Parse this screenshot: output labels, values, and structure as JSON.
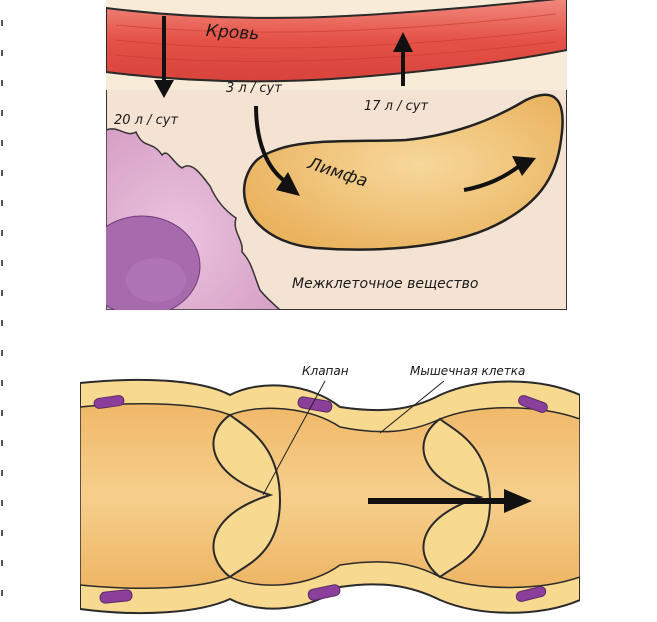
{
  "top_diagram": {
    "labels": {
      "blood": "Кровь",
      "filtration": "20 л / сут",
      "to_lymph": "3 л / сут",
      "reabsorption": "17 л / сут",
      "lymph": "Лимфа",
      "interstitial": "Межклеточное вещество"
    }
  },
  "bottom_diagram": {
    "labels": {
      "valve": "Клапан",
      "muscle_cell": "Мышечная клетка"
    }
  },
  "colors": {
    "blood_vessel": "#e7524a",
    "lymph_vessel": "#f3c77a",
    "interstitial_bg": "#f3e3d3",
    "cell": "#d9a6c9",
    "nucleus": "#a15fa8",
    "muscle_nucleus": "#8b3f9b",
    "arrow": "#111111"
  }
}
